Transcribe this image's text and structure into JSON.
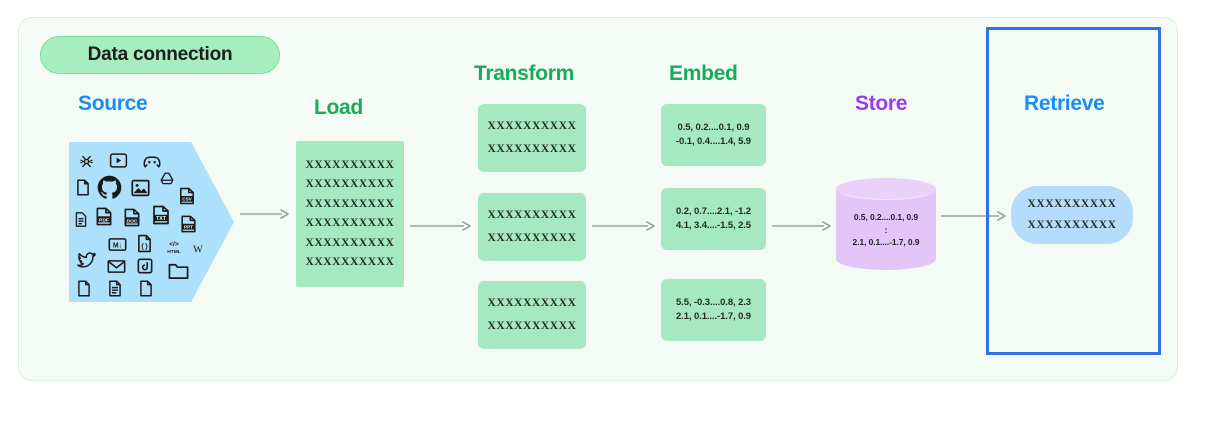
{
  "diagram": {
    "badge": {
      "label": "Data connection"
    },
    "colors": {
      "frame_bg": "#f4fbf4",
      "frame_border": "#dceedd",
      "badge_bg": "#a6eebf",
      "green_box": "#a6e9c1",
      "source_blue": "#ade0fb",
      "store_purple": "#e4c5f7",
      "retrieve_blue": "#b6dcfb",
      "retrieve_border": "#2f73e0",
      "title_blue": "#1a8cf5",
      "title_green": "#17ab5b",
      "title_purple": "#9a3cee",
      "arrow_gray": "#9aa3a0"
    },
    "stages": {
      "source": {
        "title": "Source",
        "icons": [
          "slack-icon",
          "video-play-icon",
          "discord-icon",
          "file-icon",
          "github-icon",
          "image-icon",
          "google-drive-icon",
          "csv-file-icon",
          "document-icon",
          "pdf-file-icon",
          "doc-file-icon",
          "txt-file-icon",
          "ppt-file-icon",
          "markdown-file-icon",
          "code-file-icon",
          "html-icon",
          "wikipedia-icon",
          "twitter-icon",
          "email-icon",
          "app-icon",
          "folder-icon",
          "blank-file-icon",
          "text-file-icon",
          "page-file-icon"
        ]
      },
      "load": {
        "title": "Load",
        "box": {
          "rows": [
            "XXXXXXXXXX",
            "XXXXXXXXXX",
            "XXXXXXXXXX",
            "XXXXXXXXXX",
            "XXXXXXXXXX",
            "XXXXXXXXXX"
          ]
        }
      },
      "transform": {
        "title": "Transform",
        "boxes": [
          {
            "rows": [
              "XXXXXXXXXX",
              "XXXXXXXXXX"
            ]
          },
          {
            "rows": [
              "XXXXXXXXXX",
              "XXXXXXXXXX"
            ]
          },
          {
            "rows": [
              "XXXXXXXXXX",
              "XXXXXXXXXX"
            ]
          }
        ]
      },
      "embed": {
        "title": "Embed",
        "boxes": [
          {
            "rows": [
              "0.5, 0.2....0.1, 0.9",
              "-0.1, 0.4....1.4, 5.9"
            ]
          },
          {
            "rows": [
              "0.2, 0.7....2.1, -1.2",
              "4.1, 3.4....-1.5, 2.5"
            ]
          },
          {
            "rows": [
              "5.5, -0.3....0.8, 2.3",
              "2.1, 0.1....-1.7, 0.9"
            ]
          }
        ]
      },
      "store": {
        "title": "Store",
        "cylinder": {
          "rows": [
            "0.5, 0.2....0.1, 0.9",
            ":",
            "2.1, 0.1....-1.7, 0.9"
          ]
        }
      },
      "retrieve": {
        "title": "Retrieve",
        "box": {
          "rows": [
            "XXXXXXXXXX",
            "XXXXXXXXXX"
          ]
        }
      }
    },
    "arrows": [
      {
        "name": "arrow-source-to-load"
      },
      {
        "name": "arrow-load-to-transform"
      },
      {
        "name": "arrow-transform-to-embed"
      },
      {
        "name": "arrow-embed-to-store"
      },
      {
        "name": "arrow-store-to-retrieve"
      }
    ]
  }
}
